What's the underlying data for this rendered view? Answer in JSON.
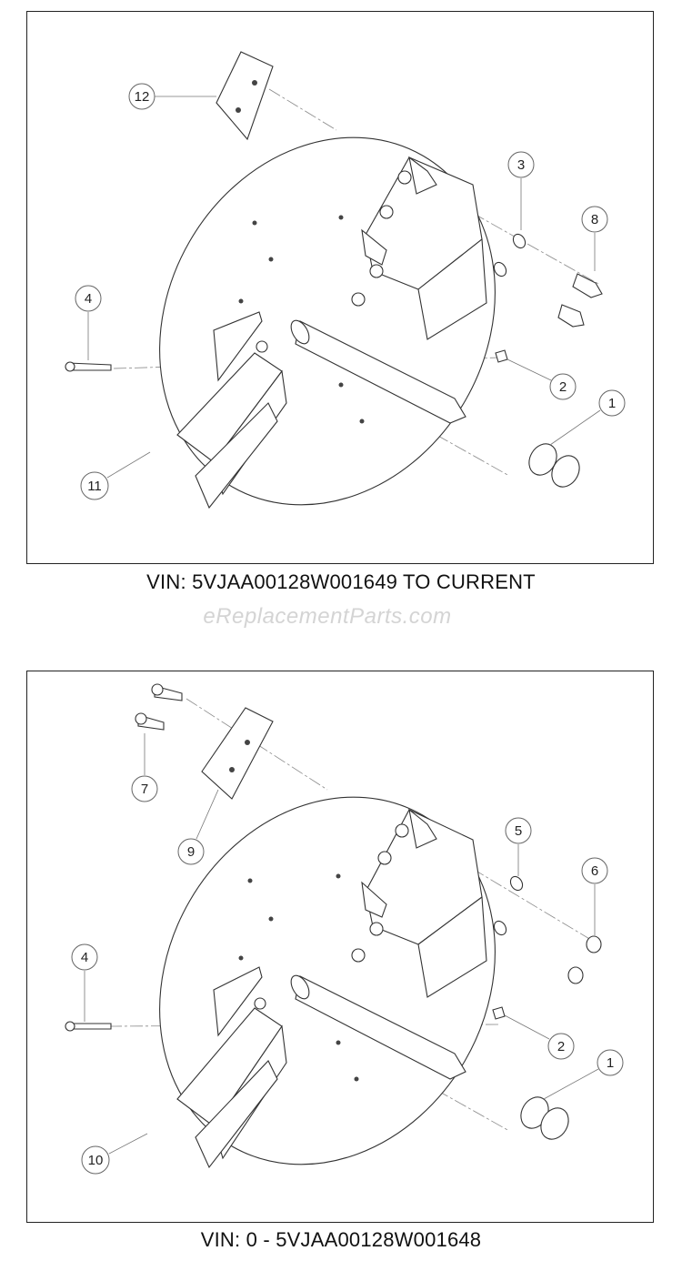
{
  "diagrams": [
    {
      "caption": "VIN: 5VJAA00128W001649 TO CURRENT",
      "callouts": [
        "12",
        "3",
        "8",
        "4",
        "2",
        "1",
        "11"
      ]
    },
    {
      "caption": "VIN: 0 - 5VJAA00128W001648",
      "callouts": [
        "7",
        "9",
        "5",
        "6",
        "4",
        "2",
        "1",
        "10"
      ]
    }
  ],
  "watermark": "eReplacementParts.com"
}
